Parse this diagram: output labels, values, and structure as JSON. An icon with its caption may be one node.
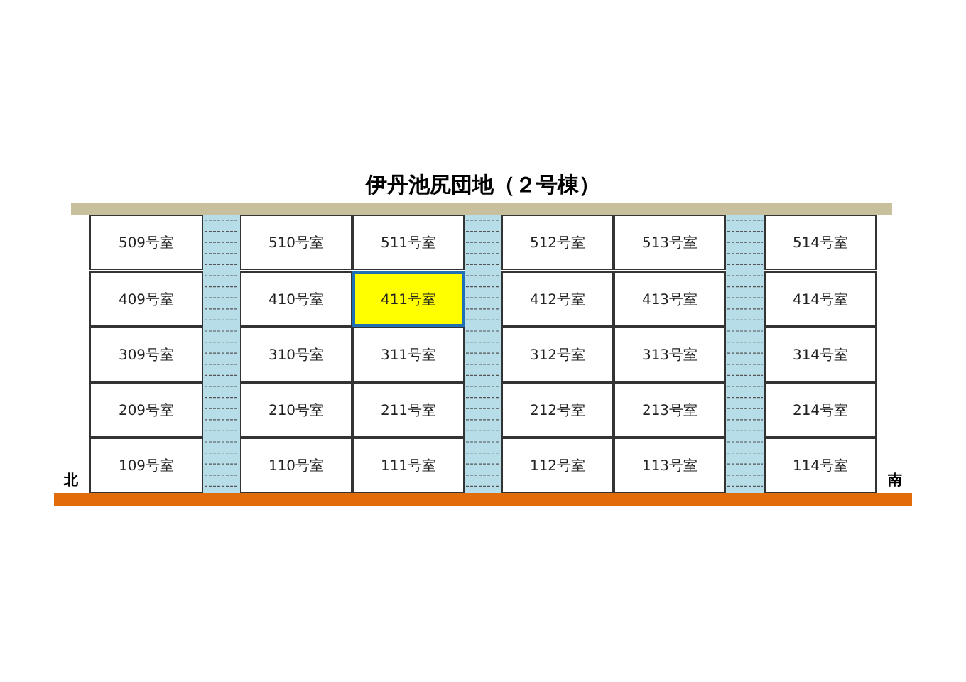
{
  "diagram": {
    "title": "伊丹池尻団地（２号棟）",
    "nodes": [
      {
        "text": [
          "509号室"
        ]
      },
      {
        "text": [
          "510号室"
        ]
      },
      {
        "text": [
          "511号室"
        ]
      },
      {
        "text": [
          "512号室"
        ]
      },
      {
        "text": [
          "513号室"
        ]
      },
      {
        "text": [
          "514号室"
        ]
      },
      {
        "text": [
          "409号室"
        ]
      },
      {
        "text": [
          "410号室"
        ]
      },
      {
        "text": [
          "411号室"
        ]
      },
      {
        "text": [
          "412号室"
        ]
      },
      {
        "text": [
          "413号室"
        ]
      },
      {
        "text": [
          "414号室"
        ]
      },
      {
        "text": [
          "309号室"
        ]
      },
      {
        "text": [
          "310号室"
        ]
      },
      {
        "text": [
          "311号室"
        ]
      },
      {
        "text": [
          "312号室"
        ]
      },
      {
        "text": [
          "313号室"
        ]
      },
      {
        "text": [
          "314号室"
        ]
      },
      {
        "text": [
          "209号室"
        ]
      },
      {
        "text": [
          "210号室"
        ]
      },
      {
        "text": [
          "211号室"
        ]
      },
      {
        "text": [
          "212号室"
        ]
      },
      {
        "text": [
          "213号室"
        ]
      },
      {
        "text": [
          "214号室"
        ]
      },
      {
        "text": [
          "109号室"
        ]
      },
      {
        "text": [
          "110号室"
        ]
      },
      {
        "text": [
          "111号室"
        ]
      },
      {
        "text": [
          "112号室"
        ]
      },
      {
        "text": [
          "113号室"
        ]
      },
      {
        "text": [
          "114号室"
        ]
      }
    ],
    "labels": [
      "北",
      "南"
    ]
  }
}
